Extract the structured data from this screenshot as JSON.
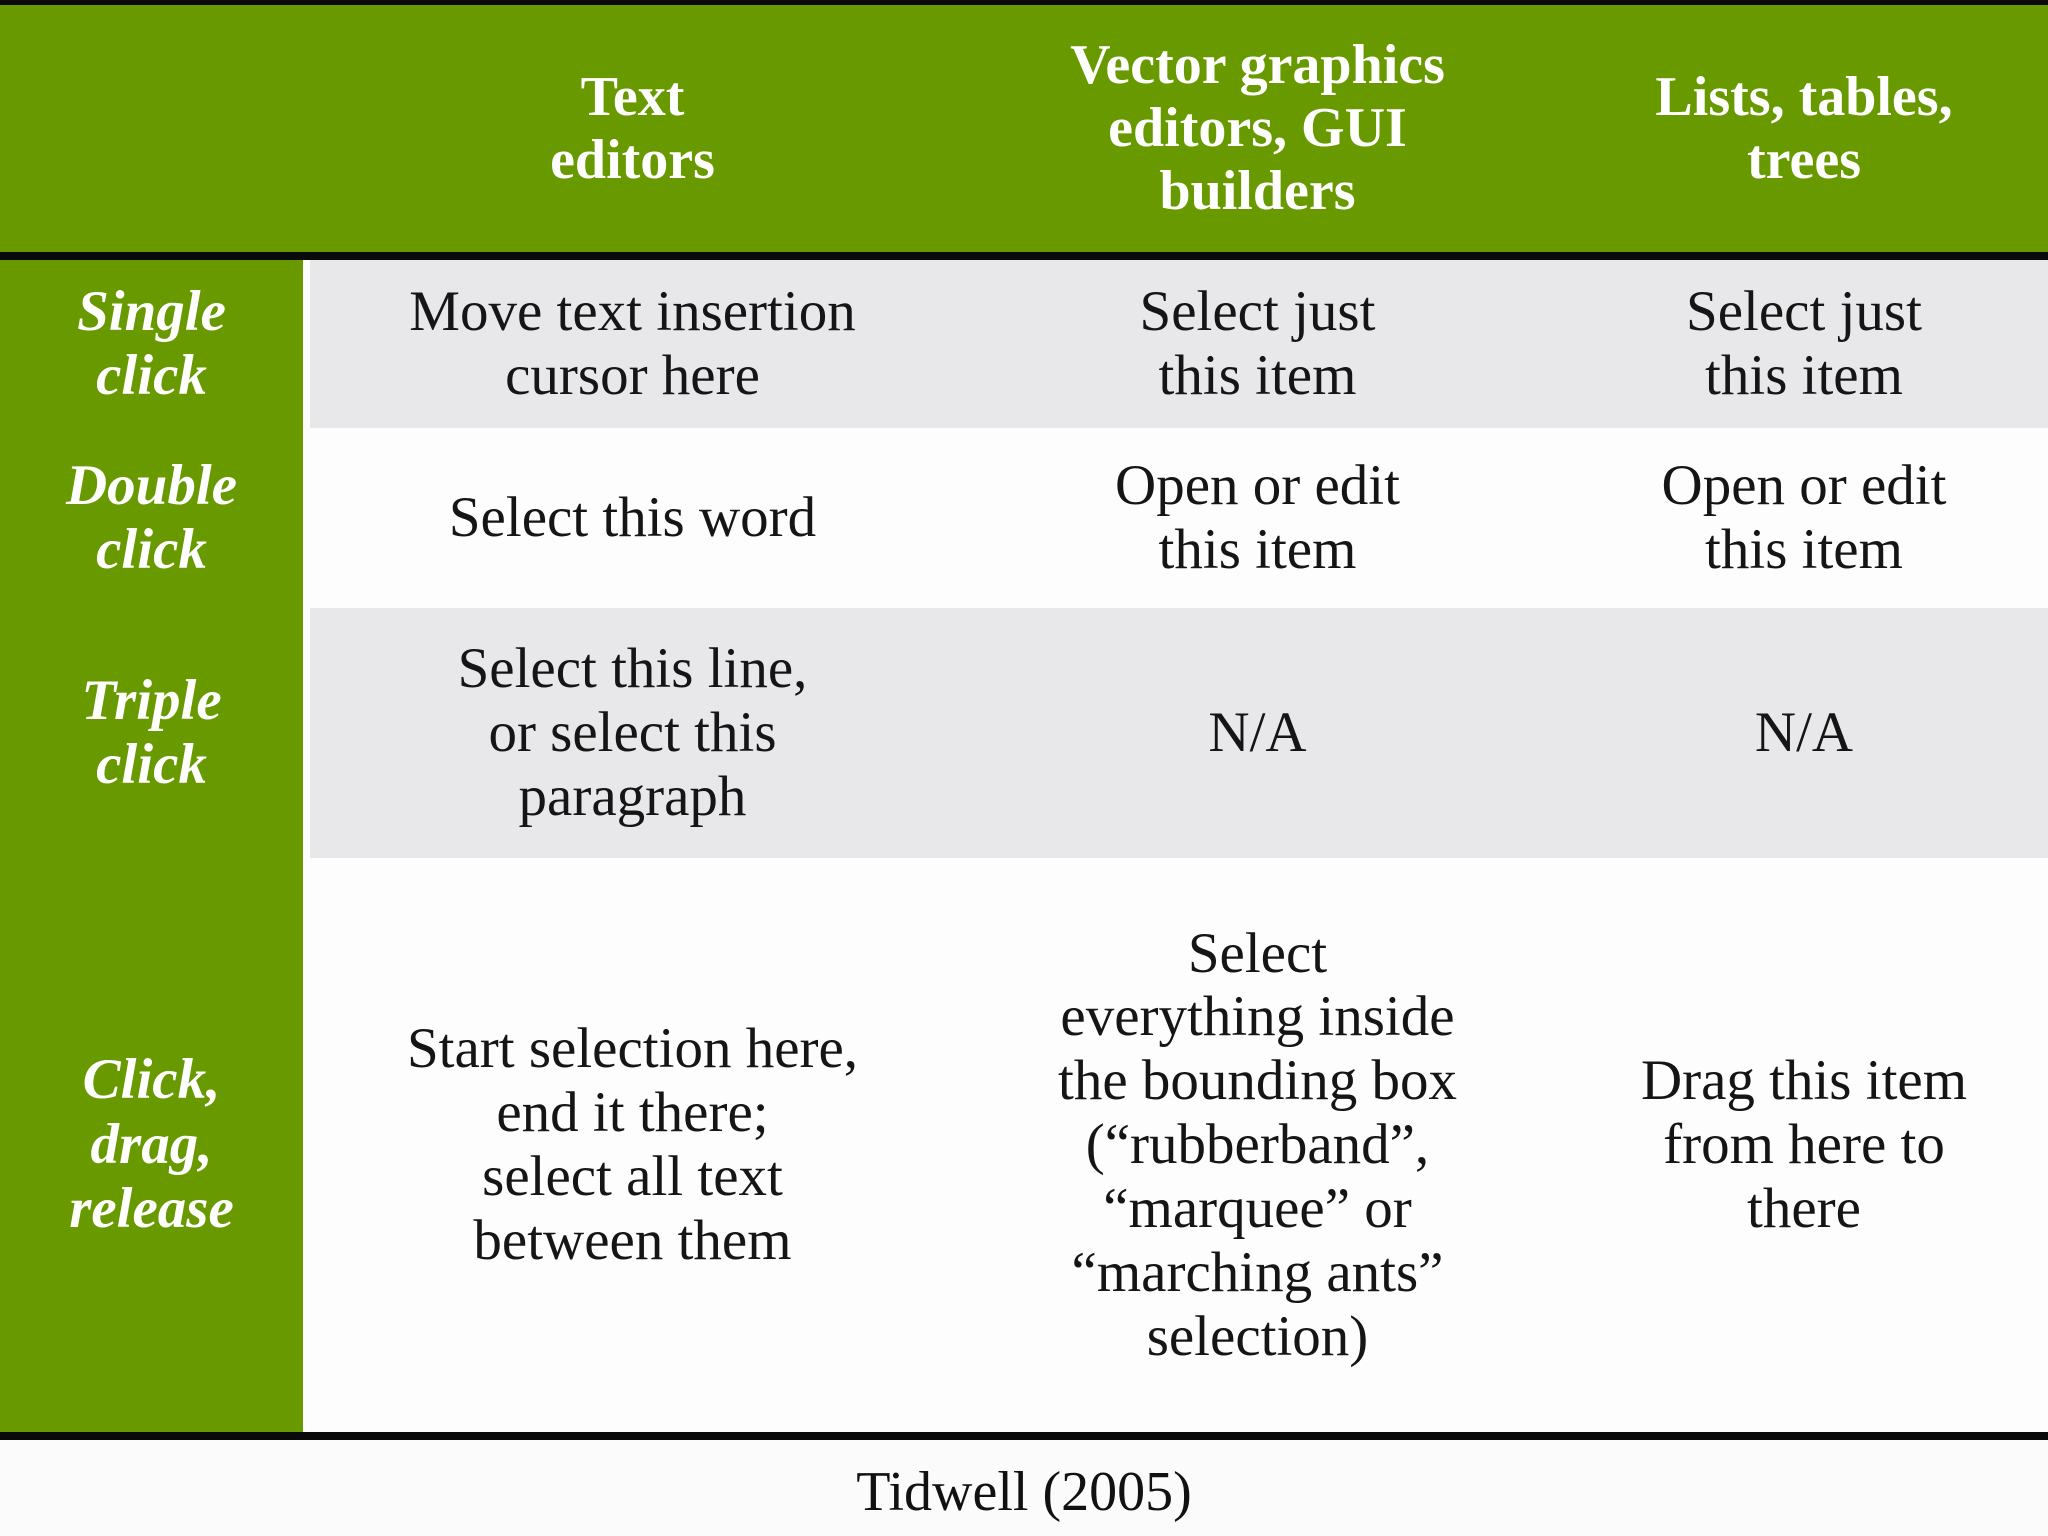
{
  "chart_data": {
    "type": "table",
    "column_headers": [
      "Text\neditors",
      "Vector graphics\neditors, GUI\nbuilders",
      "Lists, tables,\ntrees"
    ],
    "row_headers": [
      "Single\nclick",
      "Double\nclick",
      "Triple\nclick",
      "Click,\ndrag,\nrelease"
    ],
    "rows": [
      [
        "Move text insertion\ncursor here",
        "Select just\nthis item",
        "Select just\nthis item"
      ],
      [
        "Select this word",
        "Open or edit\nthis item",
        "Open or edit\nthis item"
      ],
      [
        "Select this line,\nor select this\nparagraph",
        "N/A",
        "N/A"
      ],
      [
        "Start selection here,\nend it there;\nselect all text\nbetween them",
        "Select\neverything inside\nthe bounding box\n(“rubberband”,\n“marquee” or\n“marching ants”\nselection)",
        "Drag this item\nfrom here to\nthere"
      ]
    ],
    "source": "Tidwell (2005)",
    "layout": {
      "grid": "off",
      "header_position": "top and left",
      "row_striping": [
        "gray",
        "white",
        "gray",
        "white"
      ]
    }
  },
  "colors": {
    "header_green": "#689a00",
    "row_gray": "#e8e8ea",
    "row_white": "#fdfdfe",
    "divider_black": "#0a0a0a",
    "header_text": "#ffffff",
    "body_text": "#151515"
  }
}
